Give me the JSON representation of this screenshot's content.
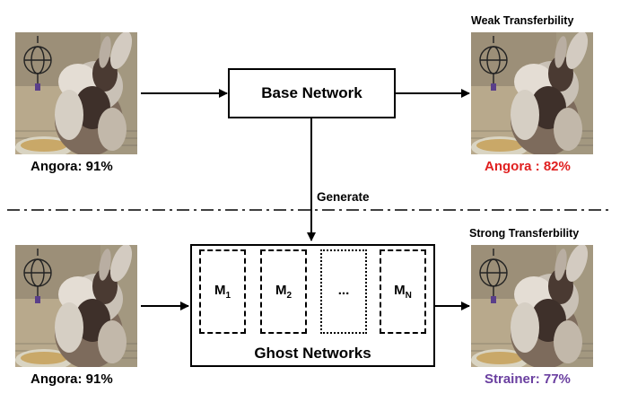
{
  "top_row": {
    "input_caption": "Angora: 91%",
    "base_network_label": "Base Network",
    "output_header": "Weak Transferbility",
    "output_caption": "Angora : 82%"
  },
  "middle": {
    "generate_label": "Generate"
  },
  "bottom_row": {
    "input_caption": "Angora: 91%",
    "ghost_networks_label": "Ghost Networks",
    "models": [
      {
        "letter": "M",
        "sub": "1"
      },
      {
        "letter": "M",
        "sub": "2"
      },
      {
        "letter": "...",
        "sub": ""
      },
      {
        "letter": "M",
        "sub": "N"
      }
    ],
    "output_header": "Strong Transferbility",
    "output_caption": "Strainer: 77%"
  },
  "colors": {
    "weak_caption": "#e02020",
    "strong_caption": "#6a3fa0"
  }
}
